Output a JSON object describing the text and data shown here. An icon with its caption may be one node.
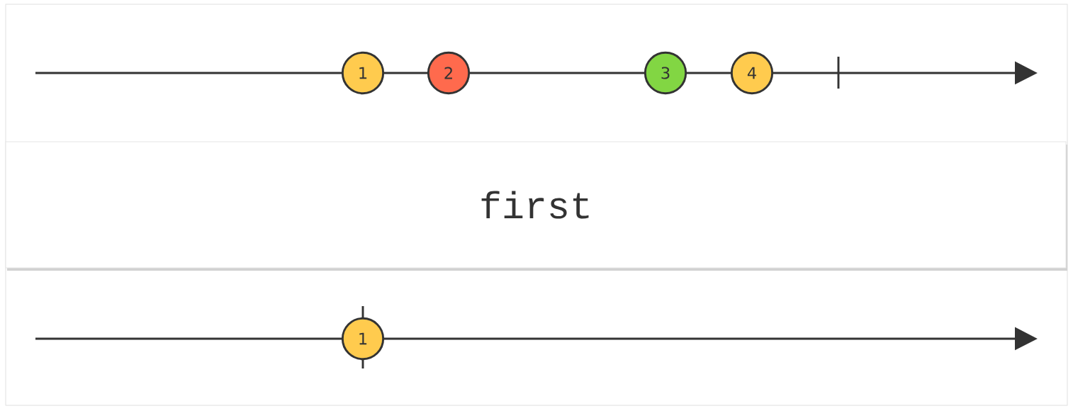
{
  "diagram": {
    "nodes": [
      {
        "text": [
          "1"
        ]
      },
      {
        "text": [
          "2"
        ]
      },
      {
        "text": [
          "3"
        ]
      },
      {
        "text": [
          "4"
        ]
      },
      {
        "text": [
          "first"
        ]
      },
      {
        "text": [
          "1"
        ]
      }
    ]
  }
}
